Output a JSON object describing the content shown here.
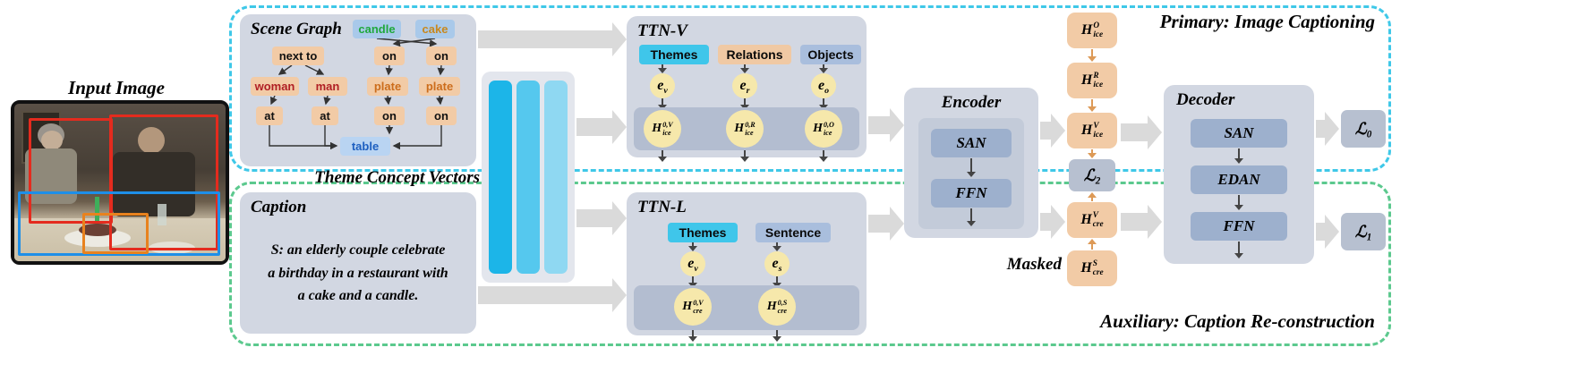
{
  "figure": {
    "input_image_label": "Input Image",
    "theme_concept_vectors_label": "Theme Concept Vectors",
    "primary_label": "Primary: Image Captioning",
    "auxiliary_label": "Auxiliary: Caption Re-construction",
    "masked_label": "Masked"
  },
  "scene_graph": {
    "title": "Scene Graph",
    "nodes": {
      "candle": "candle",
      "cake": "cake",
      "next_to": "next to",
      "on_top_left": "on",
      "on_top_right": "on",
      "woman": "woman",
      "man": "man",
      "plate_left": "plate",
      "plate_right": "plate",
      "at_left": "at",
      "at_right": "at",
      "on_bottom_left": "on",
      "on_bottom_right": "on",
      "table": "table"
    }
  },
  "caption_box": {
    "title": "Caption",
    "text_line1": "S: an elderly couple celebrate",
    "text_line2": "a birthday in a restaurant with",
    "text_line3": "a cake and a candle."
  },
  "ttn_v": {
    "title": "TTN-V",
    "header_themes": "Themes",
    "header_relations": "Relations",
    "header_objects": "Objects",
    "e_v": {
      "base": "e",
      "sub": "v"
    },
    "e_r": {
      "base": "e",
      "sub": "r"
    },
    "e_o": {
      "base": "e",
      "sub": "o"
    },
    "h_v": {
      "base": "H",
      "sup": "0,V",
      "sub": "ice"
    },
    "h_r": {
      "base": "H",
      "sup": "0,R",
      "sub": "ice"
    },
    "h_o": {
      "base": "H",
      "sup": "0,O",
      "sub": "ice"
    }
  },
  "ttn_l": {
    "title": "TTN-L",
    "header_themes": "Themes",
    "header_sentence": "Sentence",
    "e_v": {
      "base": "e",
      "sub": "v"
    },
    "e_s": {
      "base": "e",
      "sub": "s"
    },
    "h_v": {
      "base": "H",
      "sup": "0,V",
      "sub": "cre"
    },
    "h_s": {
      "base": "H",
      "sup": "0,S",
      "sub": "cre"
    }
  },
  "encoder": {
    "title": "Encoder",
    "san": "SAN",
    "ffn": "FFN"
  },
  "decoder": {
    "title": "Decoder",
    "san": "SAN",
    "edan": "EDAN",
    "ffn": "FFN"
  },
  "memory": {
    "h_ice_o": {
      "base": "H",
      "sup": "O",
      "sub": "ice"
    },
    "h_ice_r": {
      "base": "H",
      "sup": "R",
      "sub": "ice"
    },
    "h_ice_v": {
      "base": "H",
      "sup": "V",
      "sub": "ice"
    },
    "h_cre_v": {
      "base": "H",
      "sup": "V",
      "sub": "cre"
    },
    "h_cre_s": {
      "base": "H",
      "sup": "S",
      "sub": "cre"
    }
  },
  "losses": {
    "l0": {
      "base": "ℒ",
      "sub": "0"
    },
    "l1": {
      "base": "ℒ",
      "sub": "1"
    },
    "l2": {
      "base": "ℒ",
      "sub": "2"
    }
  },
  "colors": {
    "primary_border": "#3fc8e8",
    "auxiliary_border": "#5cc98e",
    "panel": "#d2d7e2",
    "inner_bar": "#b3bdd0",
    "block": "#9db0cd",
    "peach": "#f2cba6",
    "cyan_chip": "#3fc6ea",
    "bluegray_chip": "#a9bedd",
    "yellow_node": "#f6e8ab",
    "big_arrow": "#dadada",
    "bbox_red": "#e42b1e",
    "bbox_orange": "#e8821e",
    "bbox_blue": "#1e8fe8"
  }
}
